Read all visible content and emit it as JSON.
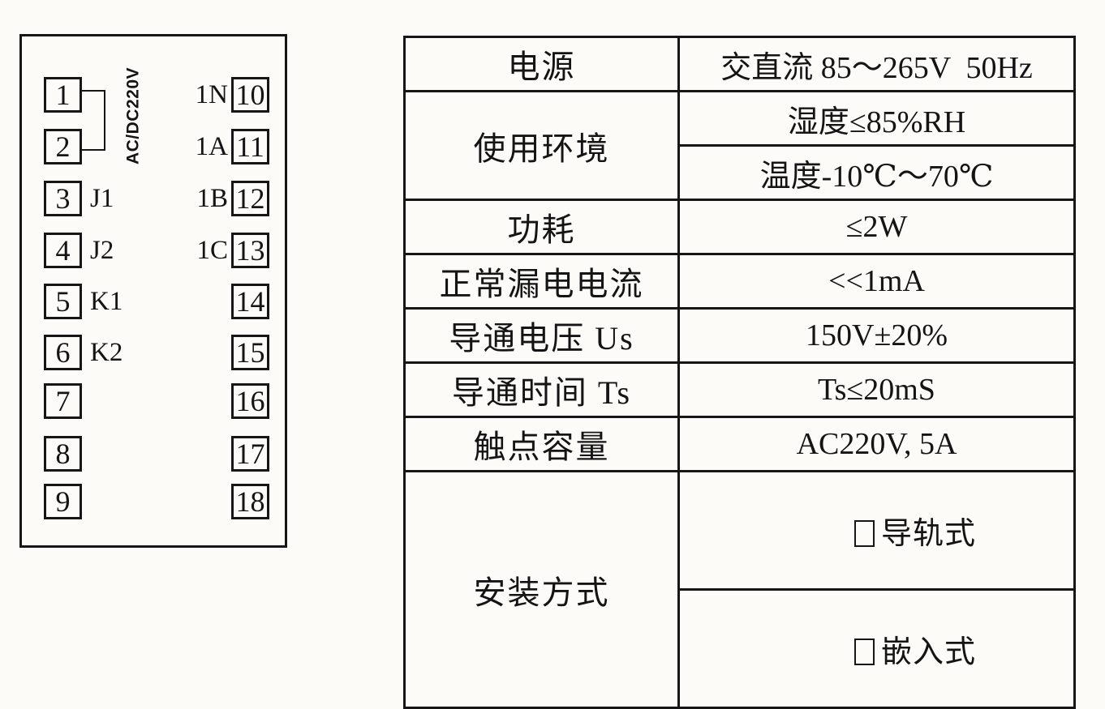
{
  "diagram": {
    "power_label": "AC/DC220V",
    "left_terminals": [
      {
        "num": "1",
        "label": ""
      },
      {
        "num": "2",
        "label": ""
      },
      {
        "num": "3",
        "label": "J1"
      },
      {
        "num": "4",
        "label": "J2"
      },
      {
        "num": "5",
        "label": "K1"
      },
      {
        "num": "6",
        "label": "K2"
      },
      {
        "num": "7",
        "label": ""
      },
      {
        "num": "8",
        "label": ""
      },
      {
        "num": "9",
        "label": ""
      }
    ],
    "right_terminals": [
      {
        "num": "10",
        "label": "1N"
      },
      {
        "num": "11",
        "label": "1A"
      },
      {
        "num": "12",
        "label": "1B"
      },
      {
        "num": "13",
        "label": "1C"
      },
      {
        "num": "14",
        "label": ""
      },
      {
        "num": "15",
        "label": ""
      },
      {
        "num": "16",
        "label": ""
      },
      {
        "num": "17",
        "label": ""
      },
      {
        "num": "18",
        "label": ""
      }
    ]
  },
  "spec_table": {
    "rows": [
      {
        "label": "电源",
        "value": "交直流 85～265V  50Hz"
      },
      {
        "label": "使用环境",
        "values": [
          "湿度≤85%RH",
          "温度-10℃～70℃"
        ]
      },
      {
        "label": "功耗",
        "value": "≤2W"
      },
      {
        "label": "正常漏电电流",
        "value": "<<1mA"
      },
      {
        "label": "导通电压 Us",
        "value": "150V±20%"
      },
      {
        "label": "导通时间 Ts",
        "value": "Ts≤20mS"
      },
      {
        "label": "触点容量",
        "value": "AC220V, 5A"
      },
      {
        "label": "安装方式",
        "options": [
          "导轨式",
          "嵌入式"
        ]
      }
    ]
  }
}
